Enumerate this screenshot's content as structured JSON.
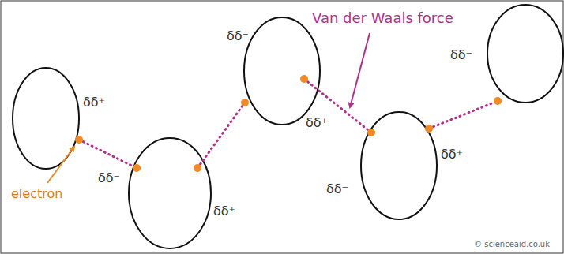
{
  "diagram": {
    "labels": [
      "Van der Waals force",
      "δδ⁻",
      "δδ⁻",
      "δδ⁺",
      "δδ⁺",
      "δδ⁺",
      "δδ⁻",
      "δδ⁻",
      "δδ⁺",
      "electron",
      "© scienceaid.co.uk"
    ]
  }
}
